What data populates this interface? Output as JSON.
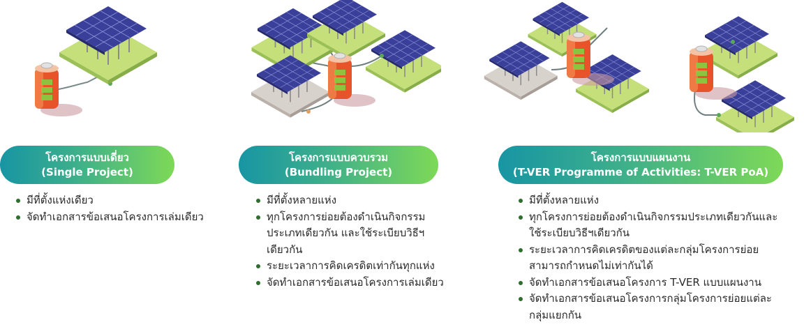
{
  "cards": [
    {
      "title_line1": "โครงการแบบเดี่ยว",
      "title_line2": "(Single Project)",
      "bullets": [
        "มีที่ตั้งแห่งเดียว",
        "จัดทำเอกสารข้อเสนอโครงการเล่มเดียว"
      ]
    },
    {
      "title_line1": "โครงการแบบควบรวม",
      "title_line2": "(Bundling Project)",
      "bullets": [
        "มีที่ตั้งหลายแห่ง",
        "ทุกโครงการย่อยต้องดำเนินกิจกรรมประเภทเดียวกัน และใช้ระเบียบวิธีฯเดียวกัน",
        "ระยะเวลาการคิดเครดิตเท่ากันทุกแห่ง",
        "จัดทำเอกสารข้อเสนอโครงการเล่มเดียว"
      ]
    },
    {
      "title_line1": "โครงการแบบแผนงาน",
      "title_line2": "(T-VER Programme of Activities: T-VER PoA)",
      "bullets": [
        "มีที่ตั้งหลายแห่ง",
        "ทุกโครงการย่อยต้องดำเนินกิจกรรมประเภทเดียวกันและใช้ระเบียบวิธีฯเดียวกัน",
        "ระยะเวลาการคิดเครดิตของแต่ละกลุ่มโครงการย่อยสามารถกำหนดไม่เท่ากันได้",
        "จัดทำเอกสารข้อเสนอโครงการ T-VER แบบแผนงาน",
        "จัดทำเอกสารข้อเสนอโครงการกลุ่มโครงการย่อยแต่ละกลุ่มแยกกัน"
      ]
    }
  ]
}
